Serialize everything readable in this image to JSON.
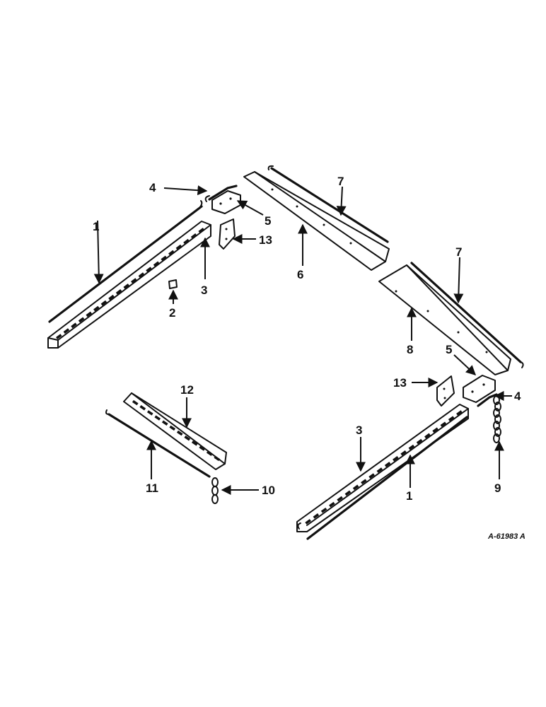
{
  "figure_ref": "A-61983 A",
  "callouts": [
    {
      "id": "c1a",
      "label": "1"
    },
    {
      "id": "c2",
      "label": "2"
    },
    {
      "id": "c3a",
      "label": "3"
    },
    {
      "id": "c4a",
      "label": "4"
    },
    {
      "id": "c5a",
      "label": "5"
    },
    {
      "id": "c13a",
      "label": "13"
    },
    {
      "id": "c6",
      "label": "6"
    },
    {
      "id": "c7a",
      "label": "7"
    },
    {
      "id": "c7b",
      "label": "7"
    },
    {
      "id": "c8",
      "label": "8"
    },
    {
      "id": "c5b",
      "label": "5"
    },
    {
      "id": "c13b",
      "label": "13"
    },
    {
      "id": "c4b",
      "label": "4"
    },
    {
      "id": "c12",
      "label": "12"
    },
    {
      "id": "c11",
      "label": "11"
    },
    {
      "id": "c10",
      "label": "10"
    },
    {
      "id": "c3b",
      "label": "3"
    },
    {
      "id": "c1b",
      "label": "1"
    },
    {
      "id": "c9",
      "label": "9"
    }
  ]
}
